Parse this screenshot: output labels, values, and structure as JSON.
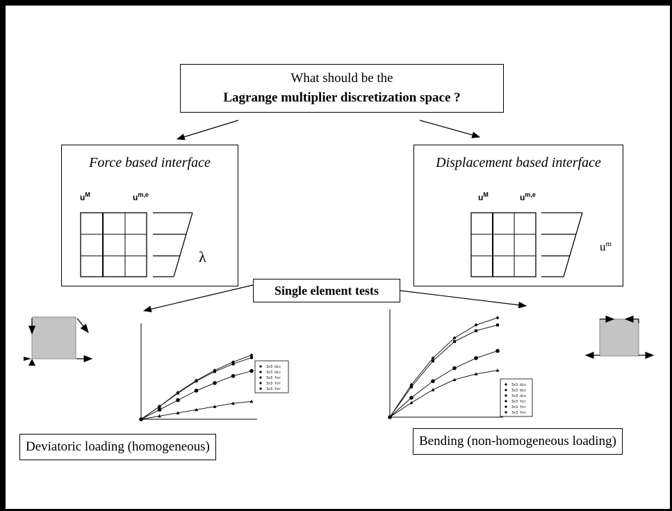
{
  "question": {
    "line1": "What should be the",
    "line2": "Lagrange multiplier discretization space ?"
  },
  "left_panel": {
    "title": "Force based interface",
    "u_macro": "u",
    "u_macro_sup": "M",
    "u_micro": "u",
    "u_micro_sup": "m,e",
    "multiplier_symbol": "λ"
  },
  "right_panel": {
    "title": "Displacement based interface",
    "u_macro": "u",
    "u_macro_sup": "M",
    "u_micro": "u",
    "u_micro_sup": "m,e",
    "multiplier_symbol": "u",
    "multiplier_sup": "m"
  },
  "tests_label": "Single element tests",
  "left_test": {
    "caption": "Deviatoric loading (homogeneous)"
  },
  "right_test": {
    "caption": "Bending (non-homogeneous loading)"
  },
  "chart_data": [
    {
      "type": "line",
      "series": [
        {
          "values": [
            [
              0,
              0
            ],
            [
              0.00025,
              0.2
            ],
            [
              0.0005,
              0.42
            ],
            [
              0.00075,
              0.61
            ],
            [
              0.001,
              0.77
            ],
            [
              0.00125,
              0.9
            ],
            [
              0.0015,
              1.01
            ]
          ]
        },
        {
          "values": [
            [
              0,
              0
            ],
            [
              0.00025,
              0.2
            ],
            [
              0.0005,
              0.41
            ],
            [
              0.00075,
              0.6
            ],
            [
              0.001,
              0.75
            ],
            [
              0.00125,
              0.87
            ],
            [
              0.0015,
              0.97
            ]
          ]
        },
        {
          "values": [
            [
              0,
              0
            ],
            [
              0.00025,
              0.15
            ],
            [
              0.0005,
              0.3
            ],
            [
              0.00075,
              0.45
            ],
            [
              0.001,
              0.57
            ],
            [
              0.00125,
              0.68
            ],
            [
              0.0015,
              0.76
            ]
          ]
        },
        {
          "values": [
            [
              0,
              0
            ],
            [
              0.00025,
              0.05
            ],
            [
              0.0005,
              0.1
            ],
            [
              0.00075,
              0.15
            ],
            [
              0.001,
              0.2
            ],
            [
              0.00125,
              0.25
            ],
            [
              0.0015,
              0.28
            ]
          ]
        }
      ],
      "legend_entries": [
        "3x3 dis",
        "3x3 dis",
        "3x3 for",
        "3x3 for",
        "3x3 for"
      ]
    },
    {
      "type": "line",
      "series": [
        {
          "values": [
            [
              0,
              0
            ],
            [
              0.002,
              0.45
            ],
            [
              0.004,
              0.82
            ],
            [
              0.006,
              1.1
            ],
            [
              0.008,
              1.28
            ],
            [
              0.01,
              1.38
            ]
          ]
        },
        {
          "values": [
            [
              0,
              0
            ],
            [
              0.002,
              0.42
            ],
            [
              0.004,
              0.78
            ],
            [
              0.006,
              1.05
            ],
            [
              0.008,
              1.2
            ],
            [
              0.01,
              1.28
            ]
          ]
        },
        {
          "values": [
            [
              0,
              0
            ],
            [
              0.002,
              0.27
            ],
            [
              0.004,
              0.5
            ],
            [
              0.006,
              0.68
            ],
            [
              0.008,
              0.82
            ],
            [
              0.01,
              0.92
            ]
          ]
        },
        {
          "values": [
            [
              0,
              0
            ],
            [
              0.002,
              0.2
            ],
            [
              0.004,
              0.38
            ],
            [
              0.006,
              0.52
            ],
            [
              0.008,
              0.6
            ],
            [
              0.01,
              0.65
            ]
          ]
        }
      ],
      "legend_entries": [
        "3x3 dis",
        "3x3 dis",
        "3x3 dis",
        "3x3 for",
        "3x3 for",
        "3x3 for"
      ]
    }
  ]
}
